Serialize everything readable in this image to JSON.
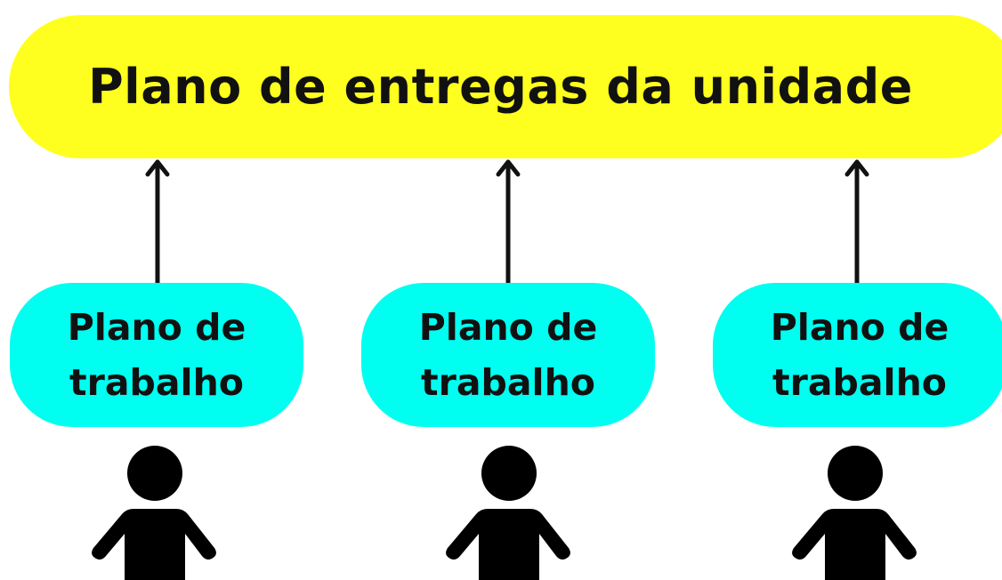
{
  "colors": {
    "top_box": "#ffff1f",
    "plan_box": "#00fff0",
    "ink": "#111111"
  },
  "unit_plan": {
    "title": "Plano de entregas da unidade"
  },
  "work_plans": [
    {
      "line1": "Plano de",
      "line2": "trabalho"
    },
    {
      "line1": "Plano de",
      "line2": "trabalho"
    },
    {
      "line1": "Plano de",
      "line2": "trabalho"
    }
  ],
  "icons": {
    "arrow": "arrow-up-icon",
    "person": "person-icon"
  }
}
